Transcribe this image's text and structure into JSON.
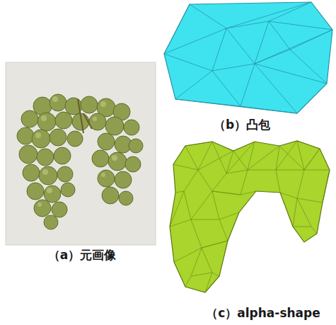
{
  "diagram": {
    "labels": [
      "（a）元画像",
      "（b）凸包",
      "（c）alpha-shape"
    ]
  }
}
